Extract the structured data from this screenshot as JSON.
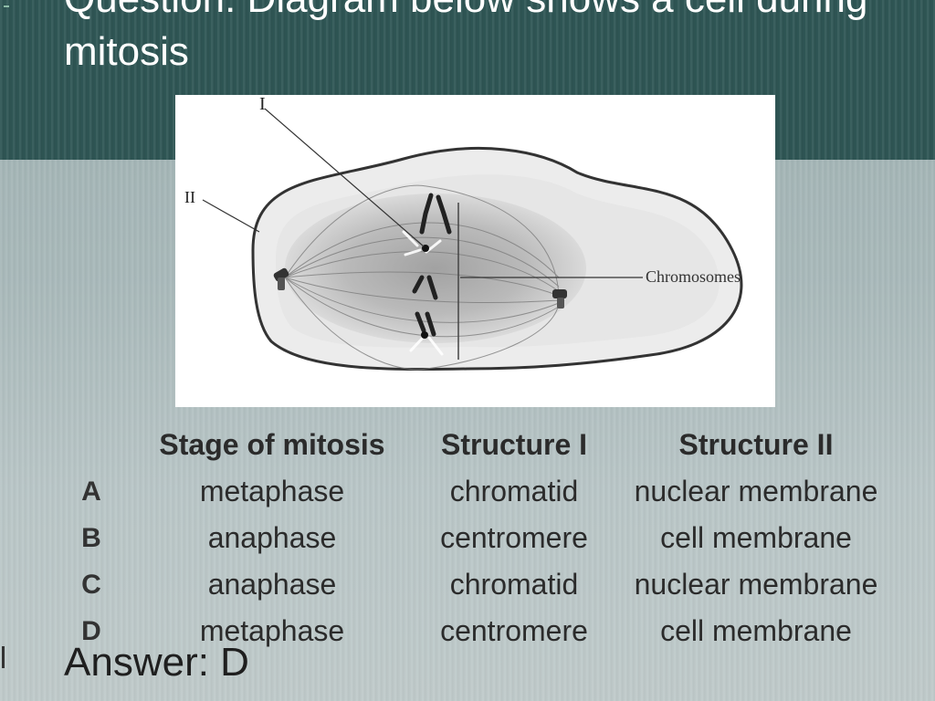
{
  "slide": {
    "title": "Question: Diagram below shows a cell during mitosis",
    "answer": "Answer: D"
  },
  "diagram": {
    "label_structure_1": "I",
    "label_structure_2": "II",
    "label_chromosomes": "Chromosomes"
  },
  "table": {
    "headers": [
      "",
      "Stage of mitosis",
      "Structure I",
      "Structure II"
    ],
    "rows": [
      {
        "option": "A",
        "stage": "metaphase",
        "structure_1": "chromatid",
        "structure_2": "nuclear membrane"
      },
      {
        "option": "B",
        "stage": "anaphase",
        "structure_1": "centromere",
        "structure_2": "cell membrane"
      },
      {
        "option": "C",
        "stage": "anaphase",
        "structure_1": "chromatid",
        "structure_2": "nuclear membrane"
      },
      {
        "option": "D",
        "stage": "metaphase",
        "structure_1": "centromere",
        "structure_2": "cell membrane"
      }
    ]
  },
  "colors": {
    "top_band": "#2f5655",
    "background": "#abbbbc",
    "title_text": "#ffffff",
    "body_text": "#2b2b2b"
  }
}
